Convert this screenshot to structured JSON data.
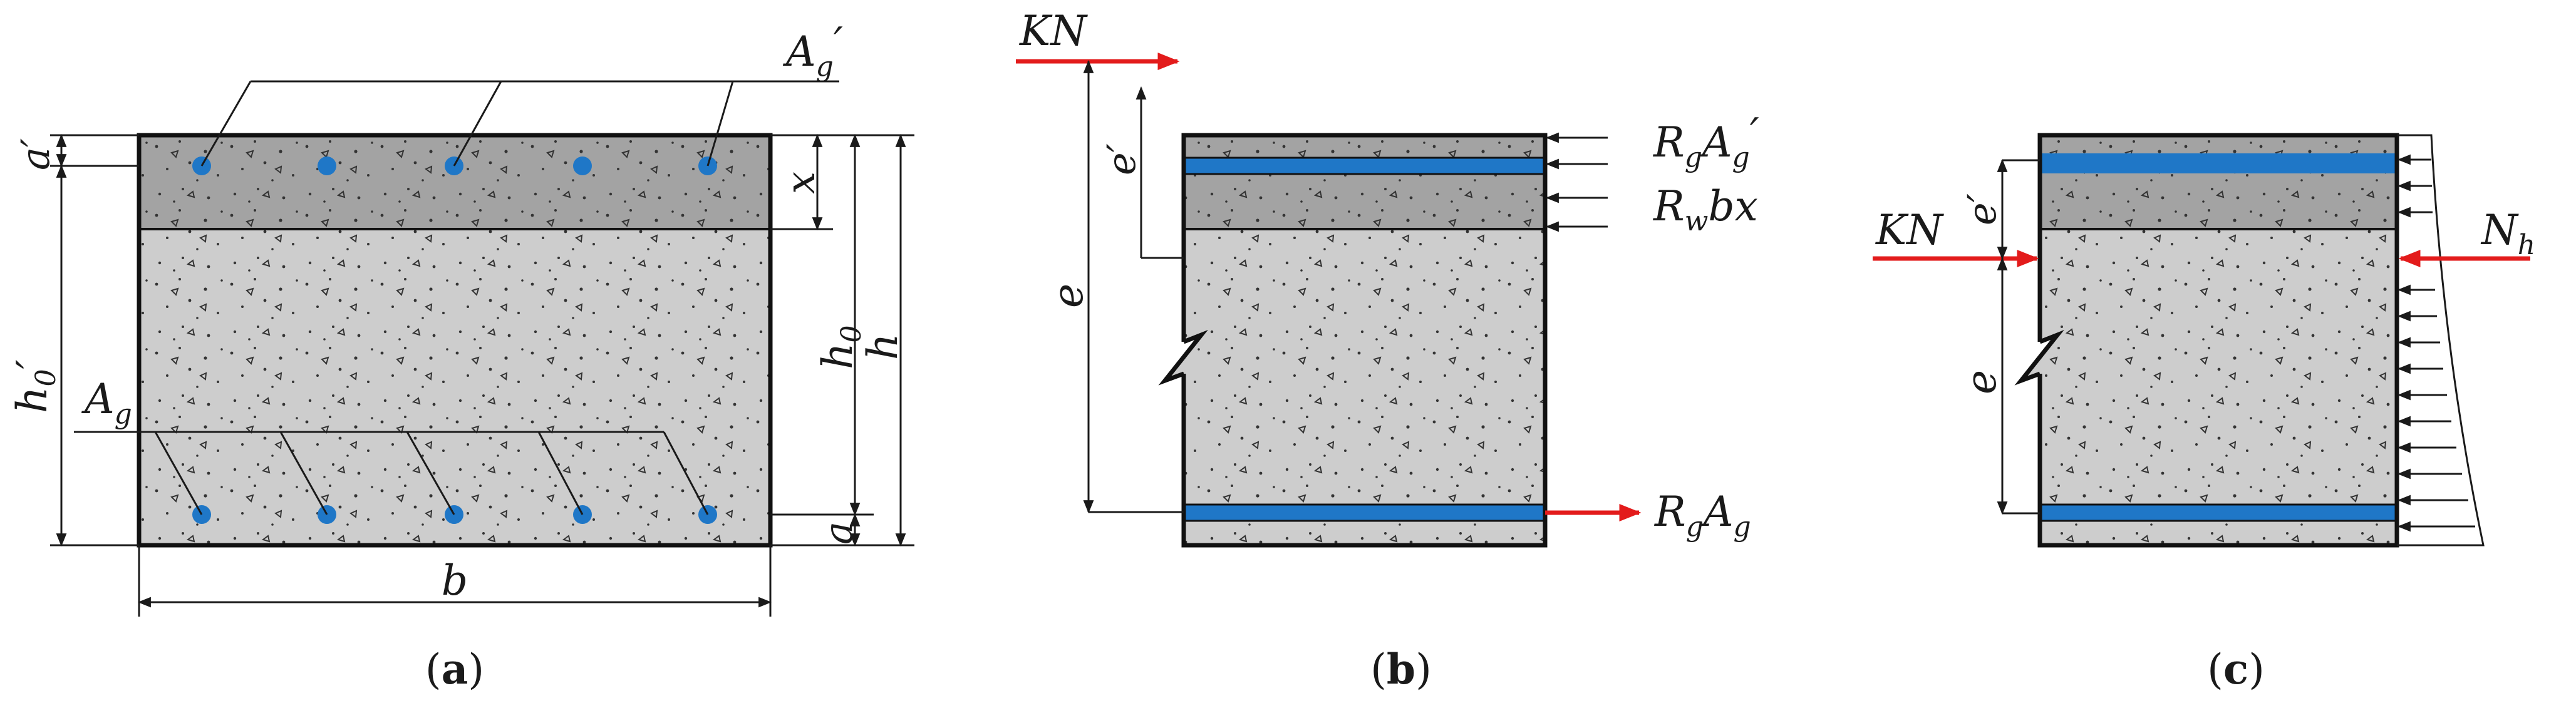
{
  "colors": {
    "concrete_light": "#cdcdcd",
    "concrete_dark": "#a3a3a3",
    "rebar_blue": "#1f77c7",
    "force_red": "#e31b1b",
    "line": "#1a1a1a"
  },
  "panel_a": {
    "label_Ag_prime": {
      "base": "A",
      "sub": "g",
      "sup": "′"
    },
    "label_Ag": {
      "base": "A",
      "sub": "g"
    },
    "label_a_prime": "a′",
    "label_x": "x",
    "label_h0_prime": {
      "base": "h",
      "sub": "0",
      "sup": "′"
    },
    "label_h0": {
      "base": "h",
      "sub": "0"
    },
    "label_h": "h",
    "label_a": "a",
    "label_b": "b",
    "caption": {
      "open": "(",
      "letter": "a",
      "close": ")"
    }
  },
  "panel_b": {
    "label_KN": "KN",
    "label_e_prime": "e′",
    "label_e": "e",
    "label_RgAg_prime": {
      "r": "R",
      "rs": "g",
      "a": "A",
      "as": "g",
      "sup": "′"
    },
    "label_Rwbx": {
      "r": "R",
      "rs": "w",
      "tail": "bx"
    },
    "label_RgAg": {
      "r": "R",
      "rs": "g",
      "a": "A",
      "as": "g"
    },
    "caption": {
      "open": "(",
      "letter": "b",
      "close": ")"
    }
  },
  "panel_c": {
    "label_KN": "KN",
    "label_e_prime": "e′",
    "label_e": "e",
    "label_Nh": {
      "base": "N",
      "sub": "h"
    },
    "caption": {
      "open": "(",
      "letter": "c",
      "close": ")"
    }
  }
}
